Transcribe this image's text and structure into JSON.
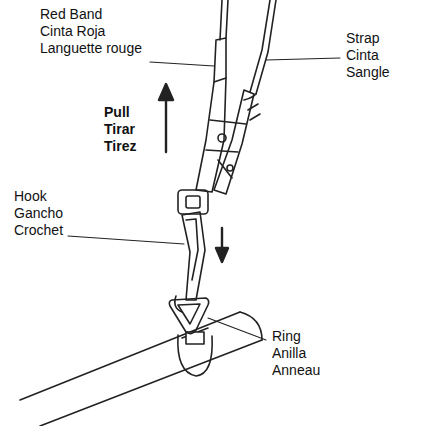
{
  "diagram": {
    "labels": [
      "Red Band",
      "Cinta Roja",
      "Languette rouge",
      "Strap",
      "Cinta",
      "Sangle",
      "Pull",
      "Tirar",
      "Tirez",
      "Hook",
      "Gancho",
      "Crochet",
      "Ring",
      "Anilla",
      "Anneau"
    ]
  }
}
